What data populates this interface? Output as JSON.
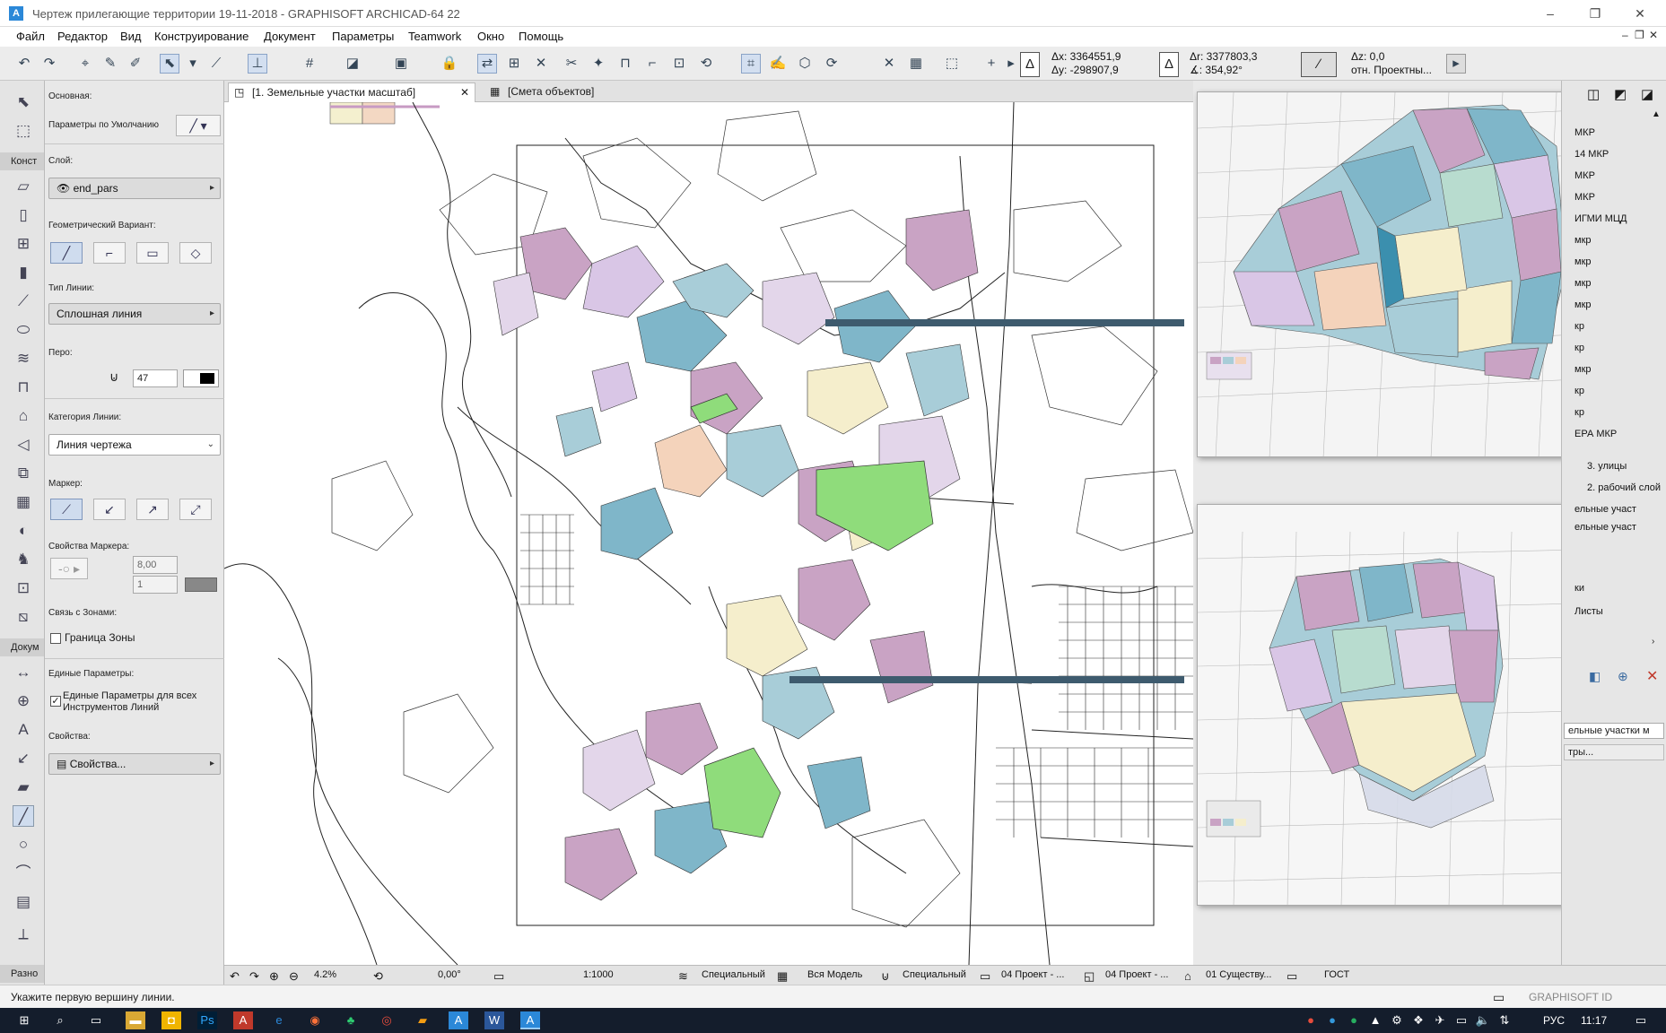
{
  "window": {
    "title": "Чертеж прилегающие территории 19-11-2018 - GRAPHISOFT ARCHICAD-64 22",
    "minimize": "–",
    "maximize": "❐",
    "close": "✕"
  },
  "menu": [
    "Файл",
    "Редактор",
    "Вид",
    "Конструирование",
    "Документ",
    "Параметры",
    "Teamwork",
    "Окно",
    "Помощь"
  ],
  "coords": {
    "dx": "Δx: 3364551,9",
    "dy": "Δy: -298907,9",
    "dr": "Δr: 3377803,3",
    "angle": "∡: 354,92°",
    "dz": "Δz: 0,0",
    "ref": "отн. Проектны..."
  },
  "toolbox": {
    "group1": "Конст",
    "group2": "Докум",
    "group3": "Разно"
  },
  "info": {
    "main": "Основная:",
    "defaults": "Параметры по Умолчанию",
    "layer_label": "Слой:",
    "layer": "end_pars",
    "geometry_label": "Геометрический Вариант:",
    "linetype_label": "Тип Линии:",
    "linetype": "Сплошная линия",
    "pen_label": "Перо:",
    "pen": "47",
    "linecat_label": "Категория Линии:",
    "linecat": "Линия чертежа",
    "marker_label": "Маркер:",
    "markerprops_label": "Свойства Маркера:",
    "marker_size": "8,00",
    "marker_pen": "1",
    "zones_label": "Связь с Зонами:",
    "zone_border": "Граница Зоны",
    "uniform_label": "Единые Параметры:",
    "uniform": "Единые Параметры для всех Инструментов Линий",
    "props_label": "Свойства:",
    "props": "Свойства..."
  },
  "tabs": [
    {
      "label": "[1. Земельные участки масштаб]",
      "active": true
    },
    {
      "label": "[Смета объектов]",
      "active": false
    }
  ],
  "tab_close": "✕",
  "navbar": {
    "zoom": "4.2%",
    "angle": "0,00°",
    "scale": "1:1000",
    "s1": "Специальный",
    "s2": "Вся Модель",
    "s3": "Специальный",
    "s4": "04 Проект - ...",
    "s5": "04 Проект - ...",
    "s6": "01 Существу...",
    "s7": "ГОСТ"
  },
  "rpanel": [
    "МКР",
    "14 МКР",
    "МКР",
    "МКР",
    "ИГМИ МЦД",
    "мкр",
    "мкр",
    "мкр",
    "мкр",
    "кр",
    "кр",
    "мкр",
    "кр",
    "кр",
    "ЕРА МКР",
    "3. улицы",
    "2. рабочий слой",
    "ельные участ",
    "ельные участ",
    "ки",
    "Листы"
  ],
  "rpanel2": {
    "field1": "ельные участки м",
    "field2": "тры..."
  },
  "status": {
    "message": "Укажите первую вершину линии.",
    "brand": "GRAPHISOFT ID"
  },
  "taskbar": {
    "lang": "РУС",
    "time": "11:17"
  },
  "colors": {
    "accent": "#2b88d8",
    "parcel_pink": "#c9a3c4",
    "parcel_blue": "#7fb6c9",
    "parcel_green": "#8fdc7b"
  }
}
